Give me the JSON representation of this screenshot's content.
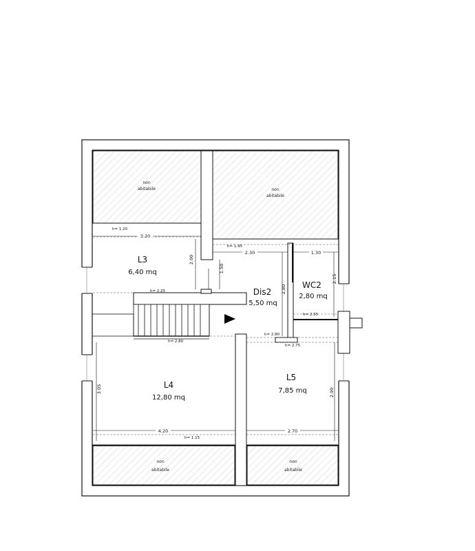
{
  "rooms": {
    "l3": {
      "name": "L3",
      "area": "6,40 mq"
    },
    "l4": {
      "name": "L4",
      "area": "12,80 mq"
    },
    "l5": {
      "name": "L5",
      "area": "7,85 mq"
    },
    "dis2": {
      "name": "Dis2",
      "area": "5,50 mq"
    },
    "wc2": {
      "name": "WC2",
      "area": "2,80 mq"
    }
  },
  "non_habitable": {
    "line1": "non",
    "line2": "abitabile"
  },
  "dimensions": {
    "l3_width": "3.20",
    "l3_height": "2.00",
    "stair_gap": "1.50",
    "dis_width": "2.30",
    "wc_width": "1.30",
    "wc_side": "2.15",
    "dis_height": "2.80",
    "l4_width": "4.20",
    "l4_height": "3.05",
    "l5_width": "2.70",
    "l5_height": "2.90"
  },
  "heights": {
    "h_l3": "h= 1.20",
    "h_dis": "h= 1.45",
    "h_stair": "h= 2.25",
    "h_stair_low": "h= 2.80",
    "h_wc": "h= 2.55",
    "h_l5_top": "h= 2.80",
    "h_l5_b": "h= 2.75",
    "h_l4": "h= 1.15"
  }
}
